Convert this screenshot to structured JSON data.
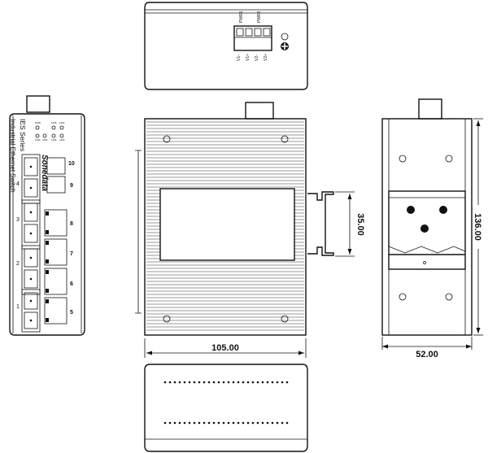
{
  "dimensions": {
    "width": "105.00",
    "height": "136.00",
    "depth": "52.00",
    "din_rail": "35.00"
  },
  "front_panel": {
    "series": "IES Series",
    "product": "Industrial Ethernet Switch",
    "brand": "Sonedata",
    "port_labels": [
      "1",
      "2",
      "3",
      "4",
      "5",
      "6",
      "7",
      "8",
      "9",
      "10"
    ],
    "led_labels": [
      "PWR",
      "LINK",
      "LINK",
      "LINK",
      "LINK",
      "LINK",
      "LINK"
    ]
  },
  "top_view": {
    "terminal_labels": [
      "PWR1",
      "PWR2"
    ],
    "pin_labels": [
      "V1-",
      "V1+",
      "V2-",
      "V2+"
    ]
  }
}
